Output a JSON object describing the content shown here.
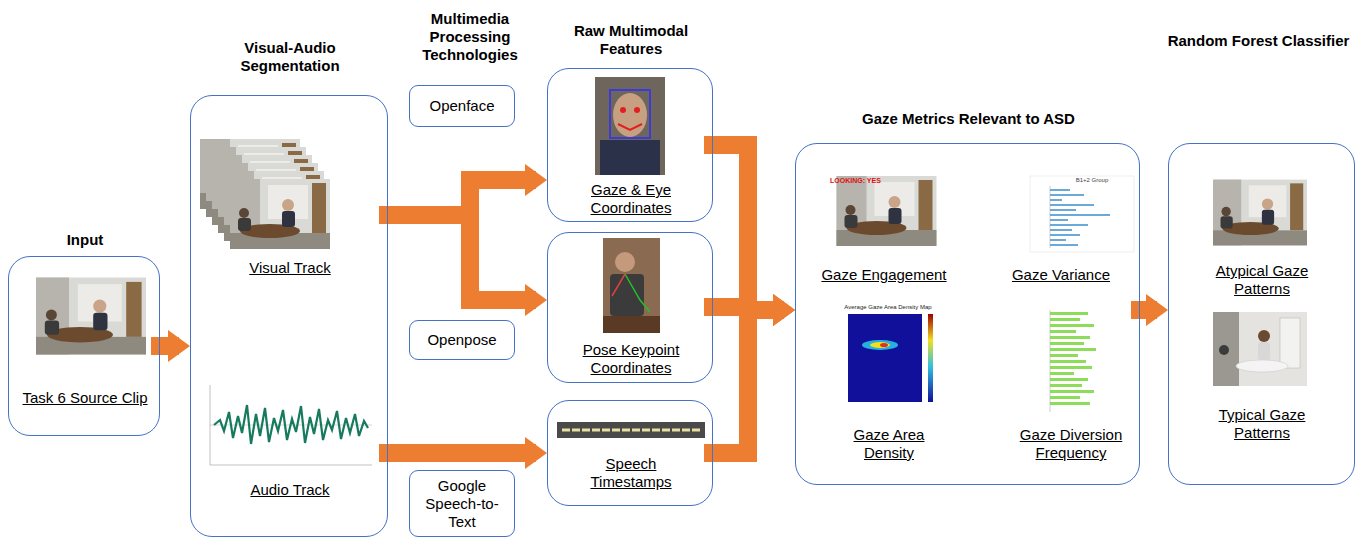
{
  "diagram": {
    "nodes": [
      {
        "text": [
          "Input",
          "Task 6 Source Clip"
        ]
      },
      {
        "text": [
          "Visual-Audio Segmentation",
          "Visual Track",
          "Audio Track"
        ]
      },
      {
        "text": [
          "Openface"
        ]
      },
      {
        "text": [
          "Openpose"
        ]
      },
      {
        "text": [
          "Google Speech-to-Text"
        ]
      },
      {
        "text": [
          "Gaze & Eye Coordinates"
        ]
      },
      {
        "text": [
          "Pose Keypoint Coordinates"
        ]
      },
      {
        "text": [
          "Speech Timestamps"
        ]
      },
      {
        "text": [
          "Gaze Metrics Relevant to ASD",
          "Gaze Engagement",
          "Gaze Variance",
          "Gaze Area Density",
          "Gaze Diversion Frequency"
        ]
      },
      {
        "text": [
          "Random Forest Classifier",
          "Atypical Gaze Patterns",
          "Typical Gaze Patterns"
        ]
      }
    ],
    "edges": [
      {
        "from": 0,
        "to": 1,
        "arrow": "to"
      },
      {
        "from": 1,
        "to": 5,
        "arrow": "to"
      },
      {
        "from": 1,
        "to": 6,
        "arrow": "to"
      },
      {
        "from": 1,
        "to": 7,
        "arrow": "to"
      },
      {
        "from": 5,
        "to": 8,
        "arrow": "to"
      },
      {
        "from": 6,
        "to": 8,
        "arrow": "to"
      },
      {
        "from": 7,
        "to": 8,
        "arrow": "to"
      },
      {
        "from": 8,
        "to": 9,
        "arrow": "to"
      }
    ],
    "labels": [
      "Multimedia Processing Technologies",
      "Raw Multimodal Features",
      "LOOKING: YES",
      "B1+2 Group",
      "Average Gaze Area Density Map"
    ]
  }
}
